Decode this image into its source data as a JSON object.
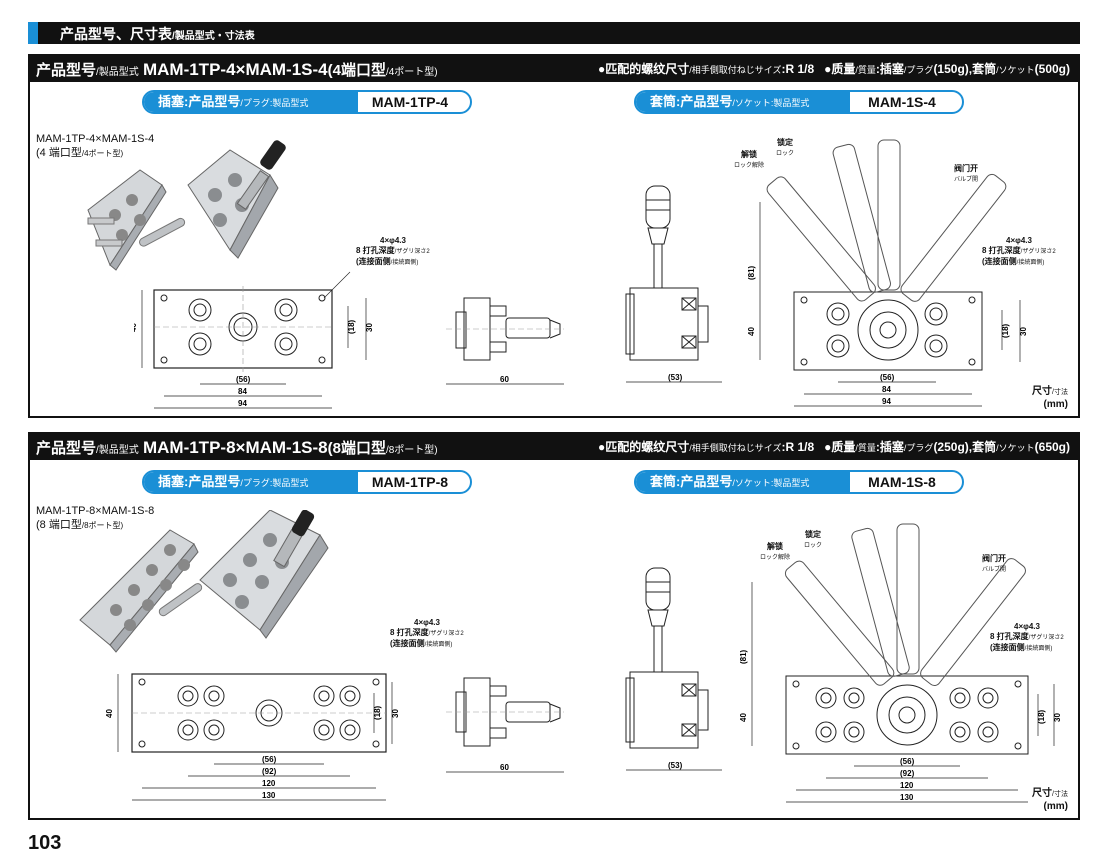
{
  "page_header": {
    "title": "产品型号、尺寸表",
    "title_jp": "/製品型式・寸法表"
  },
  "sections": [
    {
      "title_cn": "产品型号",
      "title_jp": "/製品型式",
      "model": "MAM-1TP-4×MAM-1S-4",
      "ports_cn": "(4端口型",
      "ports_jp": "/4ポート型)",
      "thread_label": "●匹配的螺纹尺寸",
      "thread_label_jp": "/相手側取付ねじサイズ",
      "thread_value": ":R 1/8",
      "mass_label": "●质量",
      "mass_label_jp": "/質量",
      "mass_plug": ":插塞",
      "mass_plug_jp": "/プラグ",
      "mass_plug_value": "(150g),",
      "mass_socket": "套筒",
      "mass_socket_jp": "/ソケット",
      "mass_socket_value": "(500g)",
      "plug_label": "插塞:产品型号",
      "plug_label_jp": "/プラグ:製品型式",
      "plug_model": "MAM-1TP-4",
      "socket_label": "套筒:产品型号",
      "socket_label_jp": "/ソケット:製品型式",
      "socket_model": "MAM-1S-4",
      "photo_caption": "MAM-1TP-4×MAM-1S-4",
      "photo_caption2": "(4 端口型",
      "photo_caption2_jp": "/4ポート型)",
      "hole_note1": "4×φ4.3",
      "hole_note2": "8 打孔深度",
      "hole_note2_jp": "/ザグリ深さ2",
      "hole_note3": "(连接面侧",
      "hole_note3_jp": "/接続面側)",
      "dims": {
        "d40": "40",
        "d18": "(18)",
        "d30": "30",
        "d56": "(56)",
        "d84": "84",
        "d94": "94",
        "d60": "60",
        "d53": "(53)",
        "d81": "(81)",
        "d92": ""
      },
      "lever": {
        "unlock": "解锁",
        "unlock_jp": "ロック解除",
        "lock": "锁定",
        "lock_jp": "ロック",
        "open": "阀门开",
        "open_jp": "バルブ開"
      },
      "unit": "尺寸",
      "unit_jp": "/寸法",
      "unit_mm": "(mm)"
    },
    {
      "title_cn": "产品型号",
      "title_jp": "/製品型式",
      "model": "MAM-1TP-8×MAM-1S-8",
      "ports_cn": "(8端口型",
      "ports_jp": "/8ポート型)",
      "thread_label": "●匹配的螺纹尺寸",
      "thread_label_jp": "/相手側取付ねじサイズ",
      "thread_value": ":R 1/8",
      "mass_label": "●质量",
      "mass_label_jp": "/質量",
      "mass_plug": ":插塞",
      "mass_plug_jp": "/プラグ",
      "mass_plug_value": "(250g),",
      "mass_socket": "套筒",
      "mass_socket_jp": "/ソケット",
      "mass_socket_value": "(650g)",
      "plug_label": "插塞:产品型号",
      "plug_label_jp": "/プラグ:製品型式",
      "plug_model": "MAM-1TP-8",
      "socket_label": "套筒:产品型号",
      "socket_label_jp": "/ソケット:製品型式",
      "socket_model": "MAM-1S-8",
      "photo_caption": "MAM-1TP-8×MAM-1S-8",
      "photo_caption2": "(8 端口型",
      "photo_caption2_jp": "/8ポート型)",
      "hole_note1": "4×φ4.3",
      "hole_note2": "8 打孔深度",
      "hole_note2_jp": "/ザグリ深さ2",
      "hole_note3": "(连接面侧",
      "hole_note3_jp": "/接続面側)",
      "dims": {
        "d40": "40",
        "d18": "(18)",
        "d30": "30",
        "d56": "(56)",
        "d84": "",
        "d94": "",
        "d60": "60",
        "d53": "(53)",
        "d81": "(81)",
        "d92": "(92)",
        "d120": "120",
        "d130": "130"
      },
      "lever": {
        "unlock": "解锁",
        "unlock_jp": "ロック解除",
        "lock": "锁定",
        "lock_jp": "ロック",
        "open": "阀门开",
        "open_jp": "バルブ開"
      },
      "unit": "尺寸",
      "unit_jp": "/寸法",
      "unit_mm": "(mm)"
    }
  ],
  "page_number": "103"
}
